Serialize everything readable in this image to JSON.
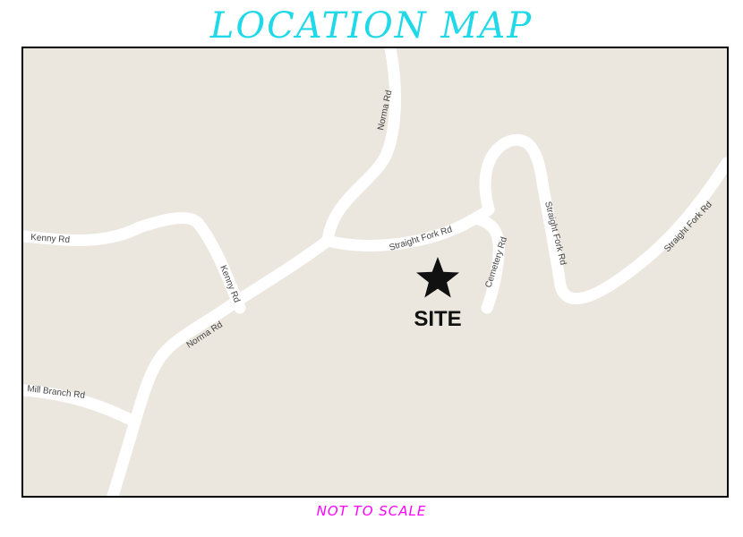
{
  "title": "LOCATION MAP",
  "note": "NOT TO SCALE",
  "site": {
    "label": "SITE",
    "icon": "star-icon"
  },
  "roads": {
    "norma_upper": "Norma Rd",
    "norma_lower": "Norma Rd",
    "kenny_west": "Kenny Rd",
    "kenny_south": "Kenny Rd",
    "straight_fork_west": "Straight Fork Rd",
    "straight_fork_mid": "Straight Fork Rd",
    "straight_fork_east": "Straight Fork Rd",
    "cemetery": "Cemetery Rd",
    "mill_branch": "Mill Branch Rd"
  },
  "colors": {
    "title": "#1fd8e8",
    "note": "#ff00ff",
    "map_background": "#ebe7df",
    "road": "#ffffff"
  }
}
